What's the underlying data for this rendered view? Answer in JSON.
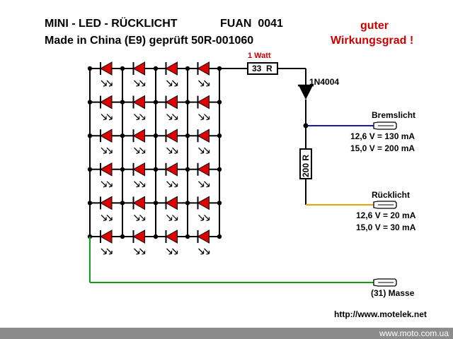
{
  "title_line1": "MINI - LED - RÜCKLICHT",
  "title_code": "FUAN  0041",
  "title_line2": "Made in China (E9) geprüft 50R-001060",
  "comment_line1": "guter",
  "comment_line2": "Wirkungsgrad !",
  "resistor_top": {
    "power": "1 Watt",
    "value": "33  R"
  },
  "diode": "1N4004",
  "resistor_mid": "200 R",
  "bremslicht": {
    "label": "Bremslicht",
    "line1": "12,6 V = 130 mA",
    "line2": "15,0 V = 200 mA"
  },
  "ruecklicht": {
    "label": "Rücklicht",
    "line1": "12,6 V = 20 mA",
    "line2": "15,0 V = 30 mA"
  },
  "masse": "(31) Masse",
  "url": "http://www.motelek.net",
  "credit": "www.moto.com.ua",
  "led_grid": {
    "rows": 6,
    "cols": 4
  },
  "colors": {
    "led": "#dd0000",
    "wire": "#000000",
    "brake_wire": "#1a1aa6",
    "tail_wire": "#e6a800",
    "ground_wire": "#10a010",
    "comment": "#cc0000"
  }
}
